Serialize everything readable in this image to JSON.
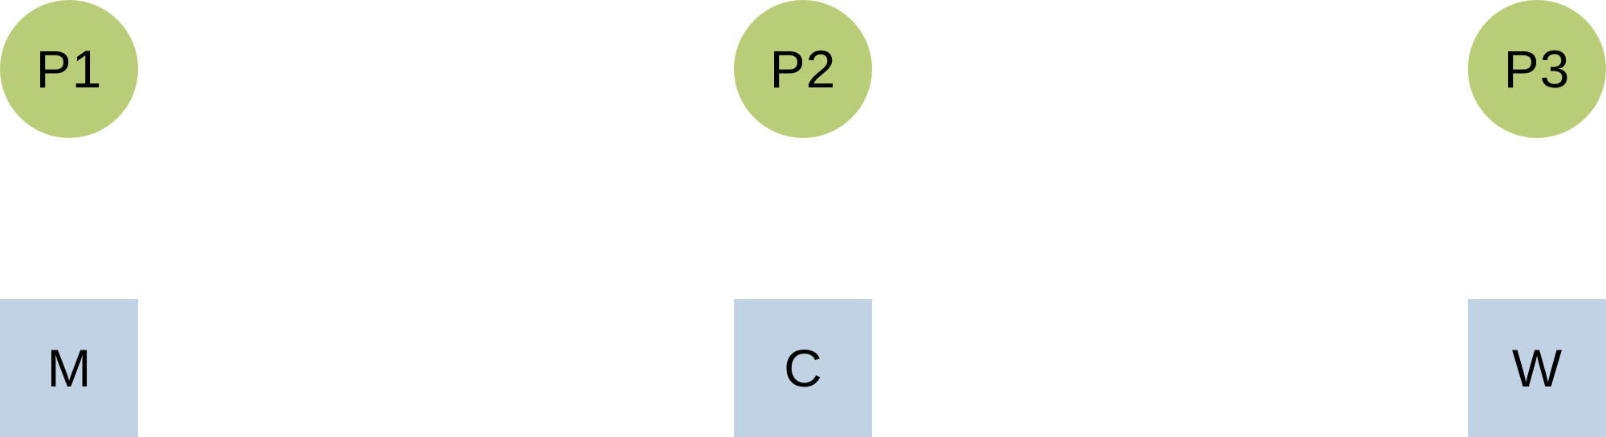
{
  "colors": {
    "circle_fill": "#b9cc78",
    "square_fill": "#c1d2e4",
    "text": "#000000"
  },
  "diagram": {
    "circles": [
      {
        "id": "p1",
        "label": "P1"
      },
      {
        "id": "p2",
        "label": "P2"
      },
      {
        "id": "p3",
        "label": "P3"
      }
    ],
    "squares": [
      {
        "id": "m",
        "label": "M"
      },
      {
        "id": "c",
        "label": "C"
      },
      {
        "id": "w",
        "label": "W"
      }
    ]
  }
}
